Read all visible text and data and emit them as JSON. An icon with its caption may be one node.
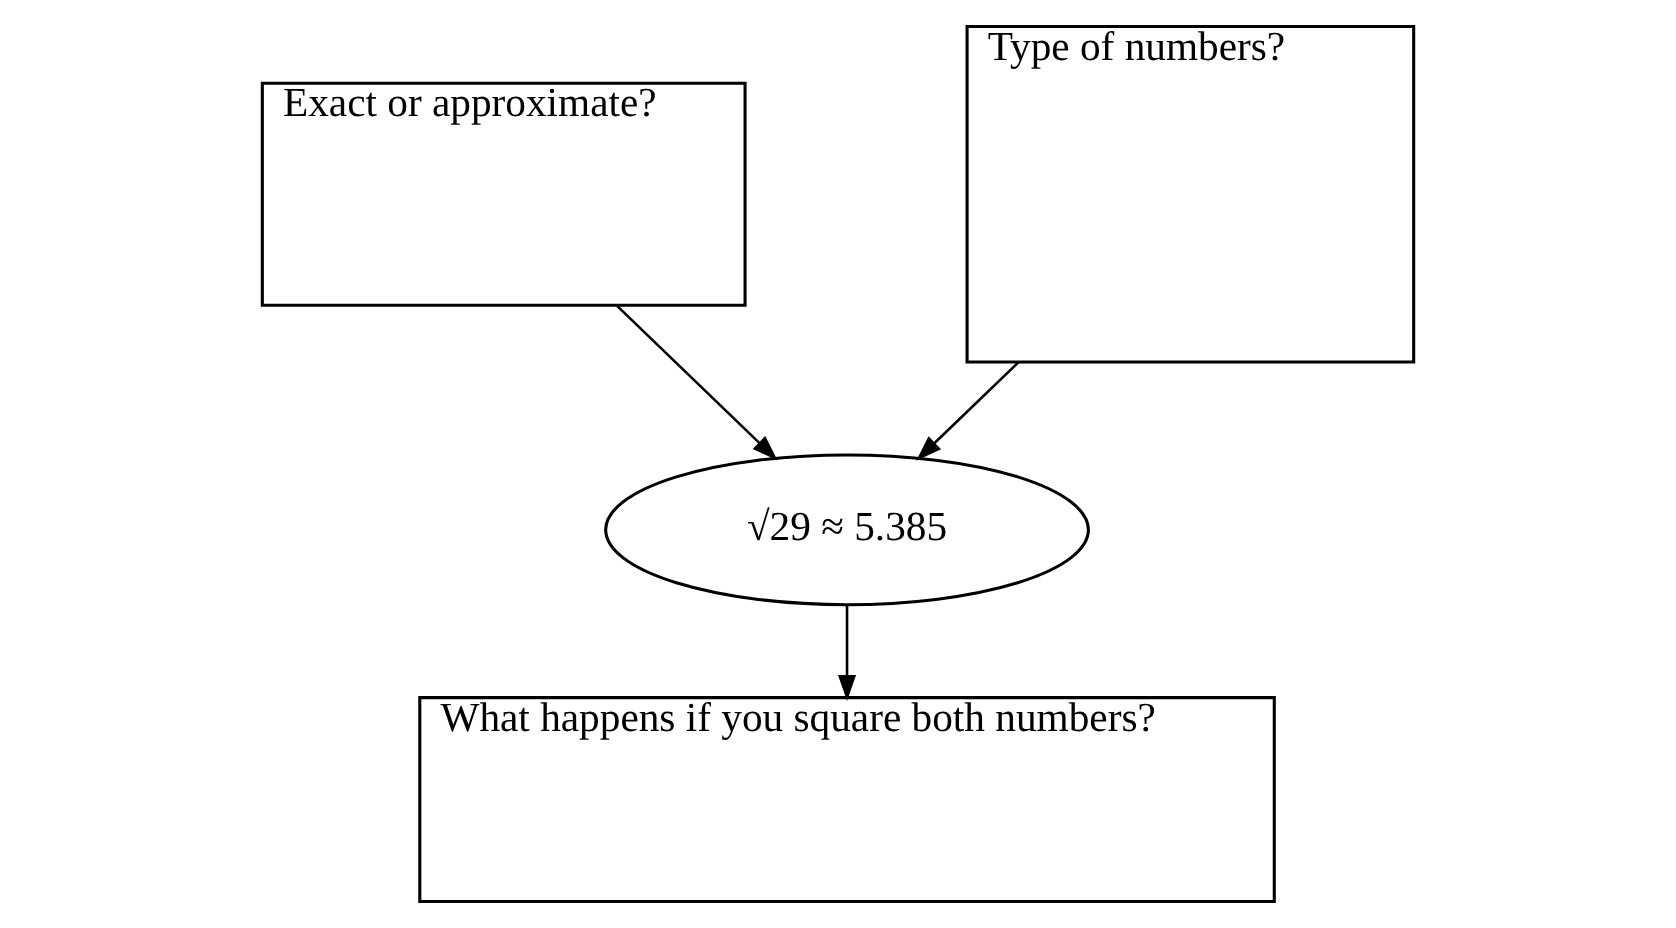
{
  "diagram": {
    "nodes": [
      {
        "text": [
          "Exact or approximate?"
        ]
      },
      {
        "text": [
          "Type of numbers?"
        ]
      },
      {
        "text": [
          "√29 ≈ 5.385"
        ]
      },
      {
        "text": [
          "What happens if you square both numbers?"
        ]
      }
    ],
    "edges": [
      {
        "from": 0,
        "to": 2,
        "arrow": "to"
      },
      {
        "from": 1,
        "to": 2,
        "arrow": "to"
      },
      {
        "from": 2,
        "to": 3,
        "arrow": "to"
      }
    ]
  }
}
